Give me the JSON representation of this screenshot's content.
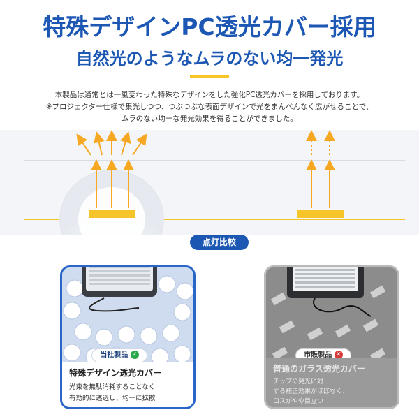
{
  "header": {
    "title": "特殊デザインPC透光カバー採用",
    "subtitle": "自然光のようなムラのない均一発光"
  },
  "description": {
    "lines": [
      "本製品は通常とは一風変わった特殊なデザインをした強化PC透光カバーを採用しております。",
      "※プロジェクター仕様で集光しつつ、つぶつぶな表面デザインで光をまんべんなく広がせることで、",
      "ムラのない均一な発光効果を得ることができました。"
    ]
  },
  "comparison": {
    "label": "点灯比較",
    "ours": {
      "badge": "当社製品",
      "title": "特殊デザイン透光カバー",
      "text_line1": "光束を無駄消耗することなく",
      "text_line2": "有効的に透過し、均一に拡散"
    },
    "market": {
      "badge": "市販製品",
      "title": "普通のガラス透光カバー",
      "text_line1": "チップの発光に対",
      "text_line2": "する補正効果がほぼなく、",
      "text_line3": "ロスがやや目立つ"
    }
  },
  "colors": {
    "brand_blue": "#1c57b3",
    "accent_yellow": "#f7c42a",
    "ok_green": "#2aa84a",
    "ng_red": "#d93a3a"
  }
}
